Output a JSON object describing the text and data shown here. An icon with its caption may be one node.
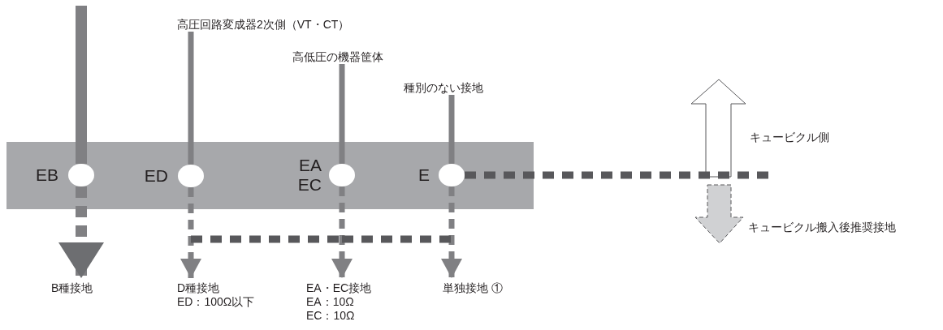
{
  "diagram": {
    "nodes": [
      {
        "text": [],
        "shape": "box"
      },
      {
        "text": [],
        "shape": "circle",
        "in": 0,
        "beside": [
          "EB"
        ]
      },
      {
        "text": [],
        "shape": "circle",
        "in": 0,
        "beside": [
          "ED"
        ]
      },
      {
        "text": [],
        "shape": "circle",
        "in": 0,
        "beside": [
          "EA EC"
        ]
      },
      {
        "text": [],
        "shape": "circle",
        "in": 0,
        "beside": [
          "E"
        ]
      },
      {
        "text": [
          "高圧回路変成器2次側（VT・CT）"
        ]
      },
      {
        "text": [
          "高低圧の機器筐体"
        ]
      },
      {
        "text": [
          "種別のない接地"
        ]
      },
      {
        "text": [
          "B種接地"
        ]
      },
      {
        "text": [
          "D種接地",
          "ED：100Ω以下"
        ]
      },
      {
        "text": [
          "EA・EC接地",
          "EA：10Ω",
          "EC：10Ω"
        ]
      },
      {
        "text": [
          "単独接地 ①"
        ]
      }
    ],
    "edges": [
      {
        "from": null,
        "to": 1,
        "arrow": "none",
        "style": "thick"
      },
      {
        "from": 1,
        "to": 8,
        "arrow": "to",
        "style": "dashed"
      },
      {
        "from": 5,
        "to": 2,
        "arrow": "none"
      },
      {
        "from": 2,
        "to": 9,
        "arrow": "to",
        "style": "dashed"
      },
      {
        "from": 6,
        "to": 3,
        "arrow": "none"
      },
      {
        "from": 3,
        "to": 10,
        "arrow": "to",
        "style": "dashed"
      },
      {
        "from": 7,
        "to": 4,
        "arrow": "none"
      },
      {
        "from": 4,
        "to": 11,
        "arrow": "to",
        "style": "dashed"
      },
      {
        "from": 2,
        "to": 3,
        "arrow": "none",
        "style": "dashed",
        "color": "#58585b"
      },
      {
        "from": 3,
        "to": 4,
        "arrow": "none",
        "style": "dashed",
        "color": "#58585b"
      },
      {
        "from": 4,
        "to": null,
        "arrow": "none",
        "style": "dashed",
        "color": "#58585b"
      }
    ],
    "labels": [
      "キュービクル側",
      "キュービクル搬入後推奨接地"
    ]
  }
}
